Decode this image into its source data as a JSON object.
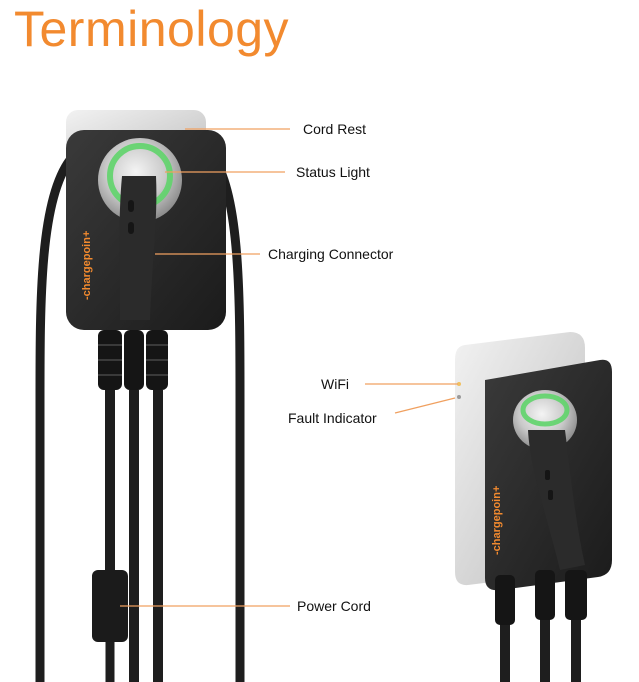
{
  "title": "Terminology",
  "labels": {
    "cord_rest": "Cord Rest",
    "status_light": "Status Light",
    "charging_connector": "Charging Connector",
    "wifi": "WiFi",
    "fault_indicator": "Fault Indicator",
    "power_cord": "Power Cord"
  },
  "brand": {
    "logo_text": "-chargepoin+"
  },
  "colors": {
    "accent": "#f28a2f",
    "status_ring": "#5fd46a",
    "leader_line": "#f0a060"
  }
}
